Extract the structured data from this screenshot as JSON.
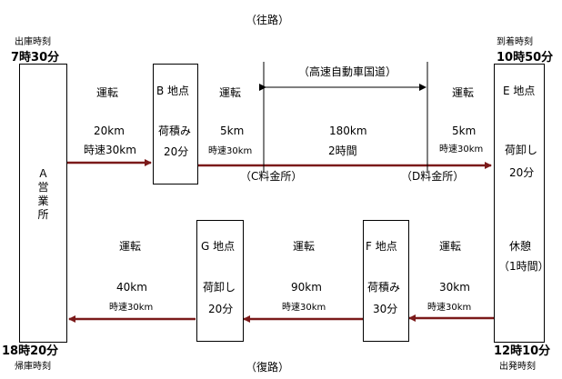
{
  "outbound_title": "（往路）",
  "return_title": "（復路）",
  "departure": {
    "label": "出庫時刻",
    "time": "7時30分"
  },
  "arrival": {
    "label": "到着時刻",
    "time": "10時50分"
  },
  "return_depart": {
    "label": "出発時刻",
    "time": "12時10分"
  },
  "return_arrive": {
    "label": "帰庫時刻",
    "time": "18時20分"
  },
  "office_a": {
    "chars": [
      "Ａ",
      "営",
      "業",
      "所"
    ]
  },
  "point_b": {
    "name": "B 地点",
    "task": "荷積み",
    "duration": "20分"
  },
  "point_e": {
    "name": "E 地点",
    "task": "荷卸し",
    "duration": "20分",
    "rest": "休憩",
    "rest_duration": "（1時間）"
  },
  "point_f": {
    "name": "F 地点",
    "task": "荷積み",
    "duration": "30分"
  },
  "point_g": {
    "name": "G 地点",
    "task": "荷卸し",
    "duration": "20分"
  },
  "expressway": "（高速自動車国道）",
  "toll_c": "（C料金所）",
  "toll_d": "（D料金所）",
  "outbound_segments": [
    {
      "label": "運転",
      "distance": "20km",
      "speed": "時速30km"
    },
    {
      "label": "運転",
      "distance": "5km",
      "speed": "時速30km"
    },
    {
      "distance": "180km",
      "time": "2時間"
    },
    {
      "label": "運転",
      "distance": "5km",
      "speed": "時速30km"
    }
  ],
  "return_segments": [
    {
      "label": "運転",
      "distance": "30km",
      "speed": "時速30km"
    },
    {
      "label": "運転",
      "distance": "90km",
      "speed": "時速30km"
    },
    {
      "label": "運転",
      "distance": "40km",
      "speed": "時速30km"
    }
  ],
  "arrow_color": "#7b1a1a"
}
